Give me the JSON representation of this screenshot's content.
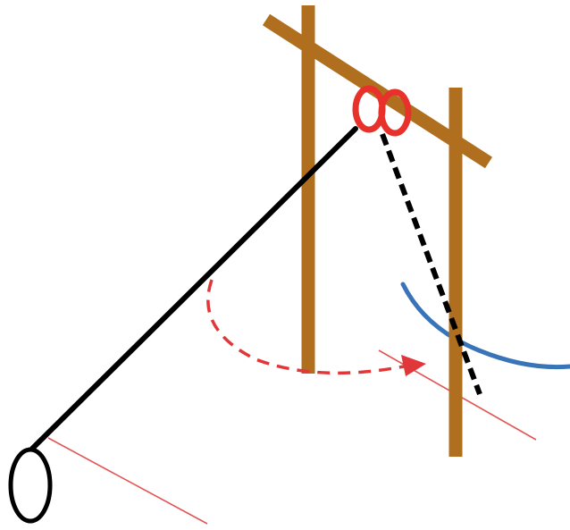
{
  "diagram": {
    "type": "illustration",
    "elements": [
      "swing-frame-left-post",
      "swing-frame-right-post",
      "swing-frame-crossbar",
      "pivot-ring-left",
      "pivot-ring-right",
      "pendulum-rope-start",
      "hanging-ring",
      "pendulum-rope-end-dashed",
      "swing-path-arrow",
      "ground-line-left",
      "ground-line-right",
      "blue-curve"
    ]
  },
  "colors": {
    "background": "#ffffff",
    "wood": "#b06f1e",
    "ring": "#e8312a",
    "rope": "#000000",
    "path_arrow": "#e0383a",
    "ground_line": "#e25555",
    "curve": "#3a74b8"
  }
}
